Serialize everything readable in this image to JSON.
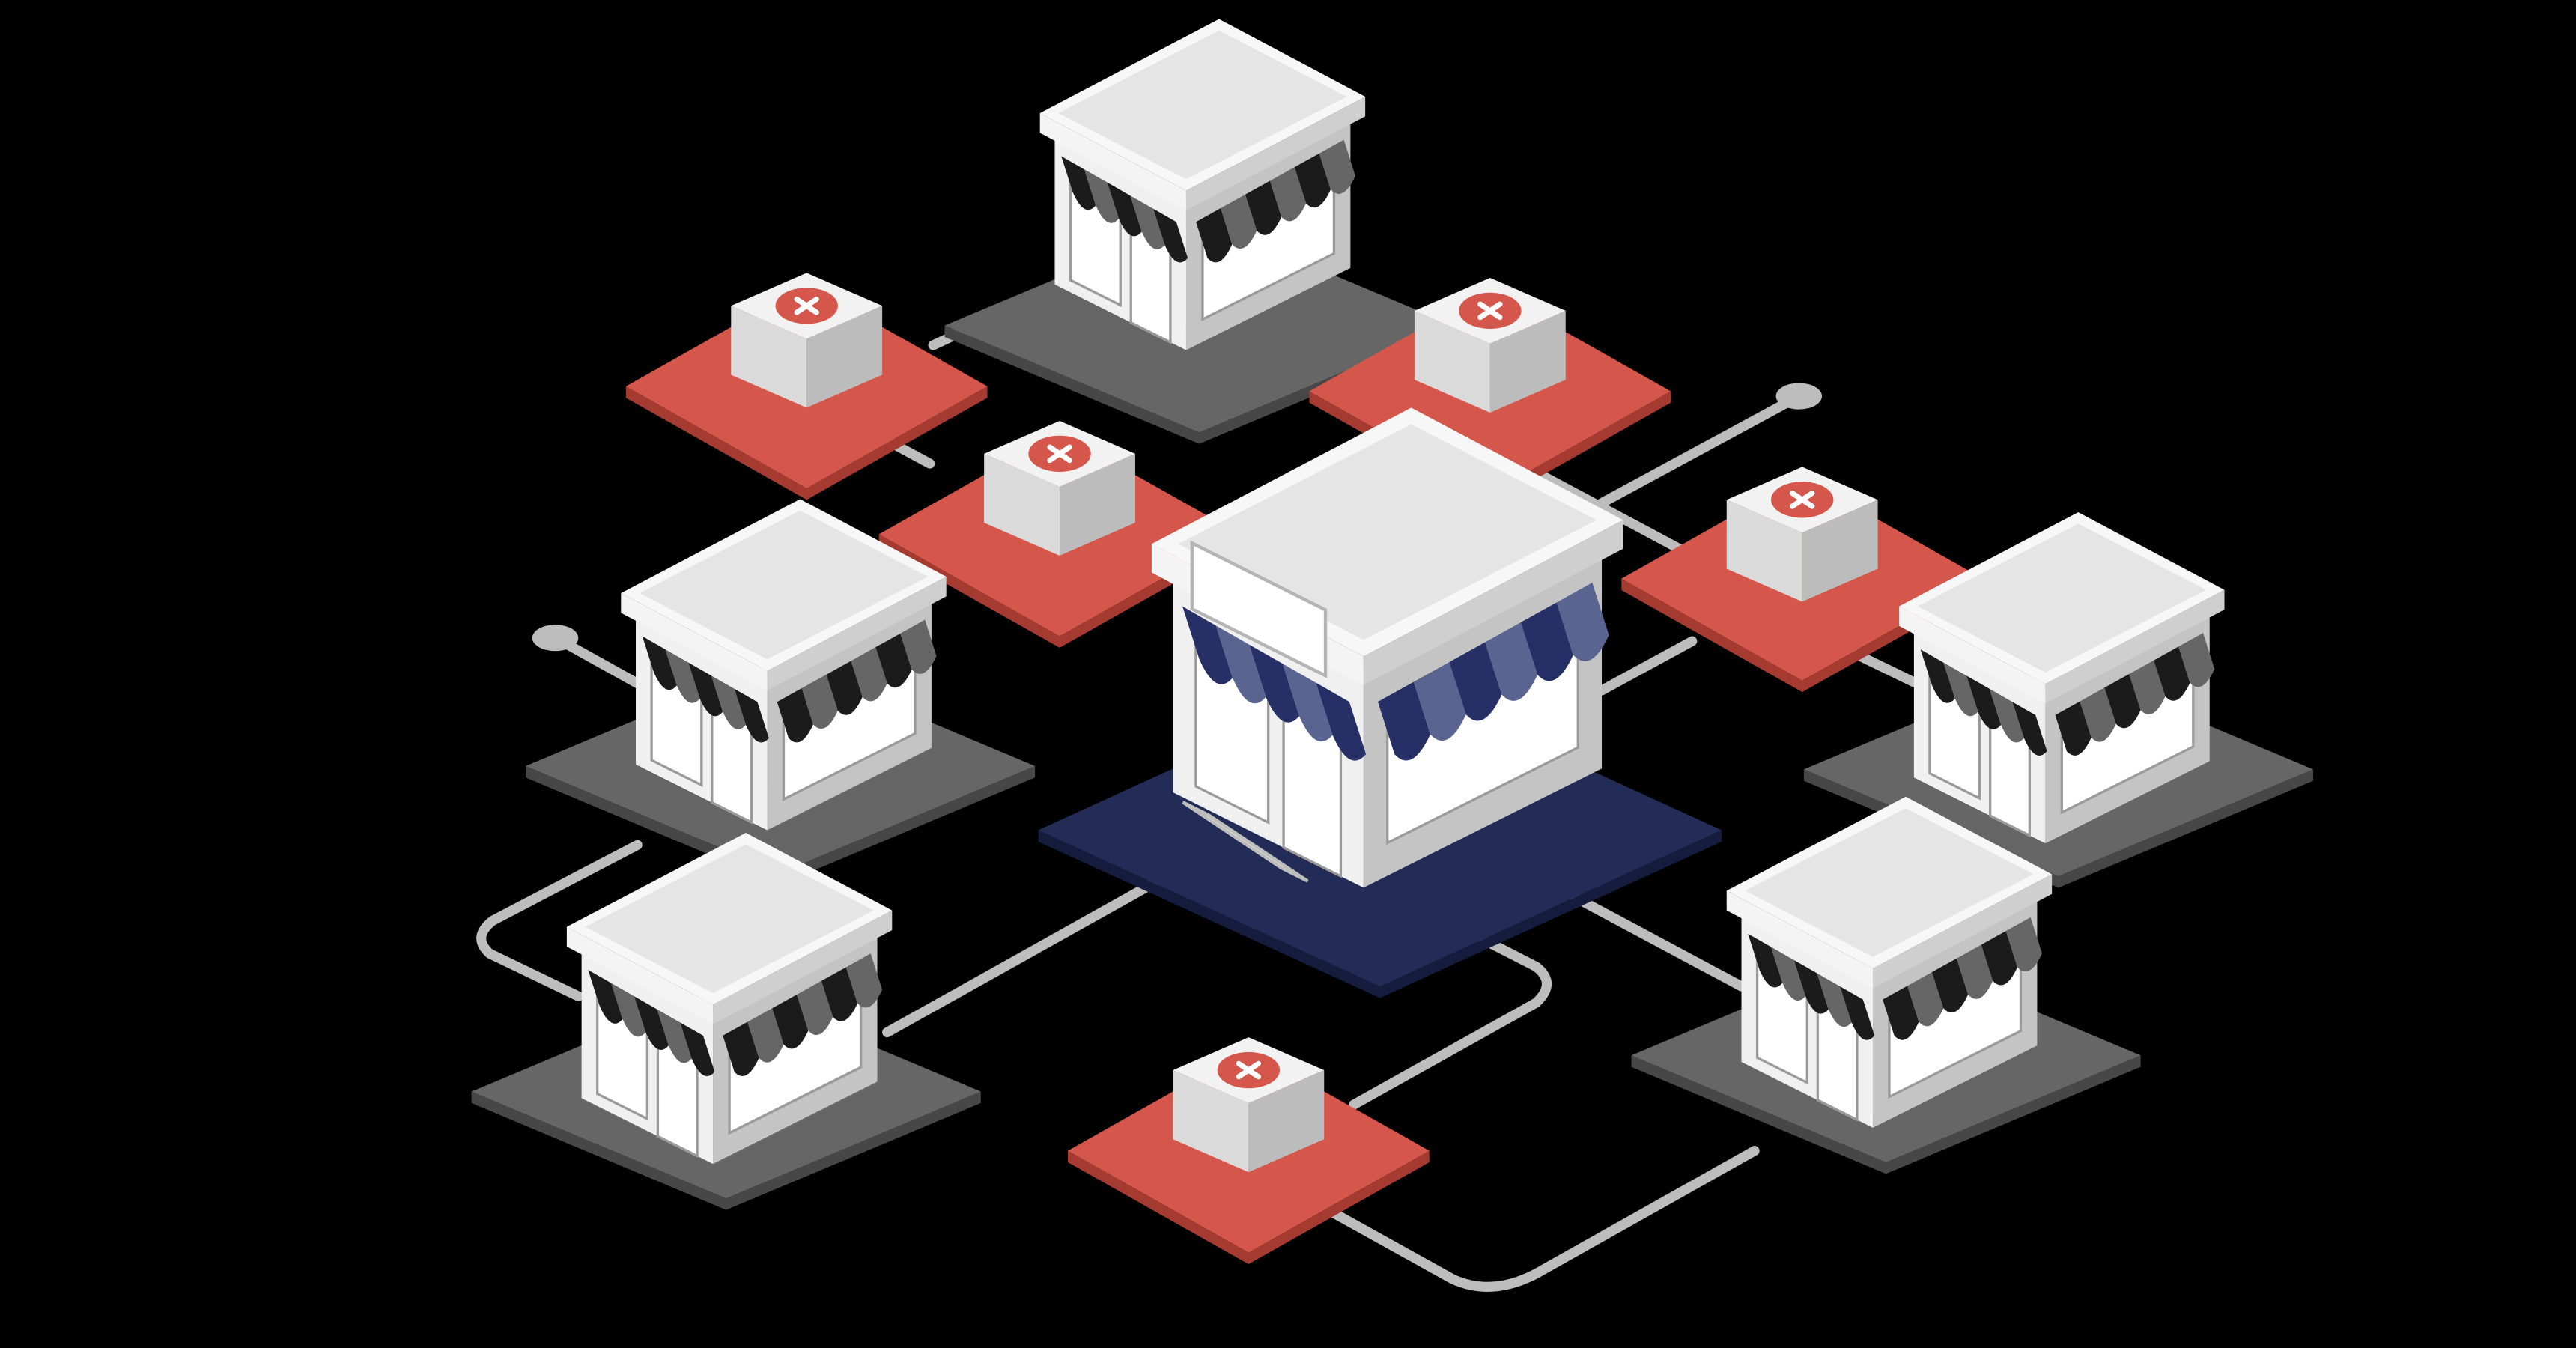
{
  "scene": {
    "subject": "isometric-store-network",
    "colors": {
      "background": "#000000",
      "connector": "#bdbdbd",
      "tile_gray": "#666666",
      "tile_gray_edge": "#474747",
      "tile_red": "#d5564a",
      "tile_red_edge": "#a53a31",
      "tile_navy": "#232b57",
      "tile_navy_edge": "#161c3d",
      "box_top": "#f2f2f2",
      "box_left": "#dadada",
      "box_right": "#bcbcbc",
      "badge": "#d5564a",
      "roof_top": "#e5e5e5",
      "roof_rim": "#f7f7f7",
      "wall_left": "#f0f0f0",
      "wall_right": "#c4c4c4",
      "awning_dark": "#1b1b1b",
      "awning_mid": "#666666",
      "awning_navy": "#262f66",
      "awning_navy_light": "#5a6491",
      "window": "#ffffff"
    },
    "stores": [
      {
        "id": "store-top-center",
        "awning": "gray"
      },
      {
        "id": "store-middle-left",
        "awning": "gray"
      },
      {
        "id": "store-bottom-left",
        "awning": "gray"
      },
      {
        "id": "store-middle-right",
        "awning": "gray"
      },
      {
        "id": "store-bottom-right",
        "awning": "gray"
      }
    ],
    "hub_store": {
      "id": "store-hub",
      "awning": "navy"
    },
    "packages": [
      {
        "id": "package-top-left",
        "icon": "x-mark-icon"
      },
      {
        "id": "package-top-right",
        "icon": "x-mark-icon"
      },
      {
        "id": "package-center-left",
        "icon": "x-mark-icon"
      },
      {
        "id": "package-right",
        "icon": "x-mark-icon"
      },
      {
        "id": "package-bottom-center",
        "icon": "x-mark-icon"
      }
    ]
  }
}
